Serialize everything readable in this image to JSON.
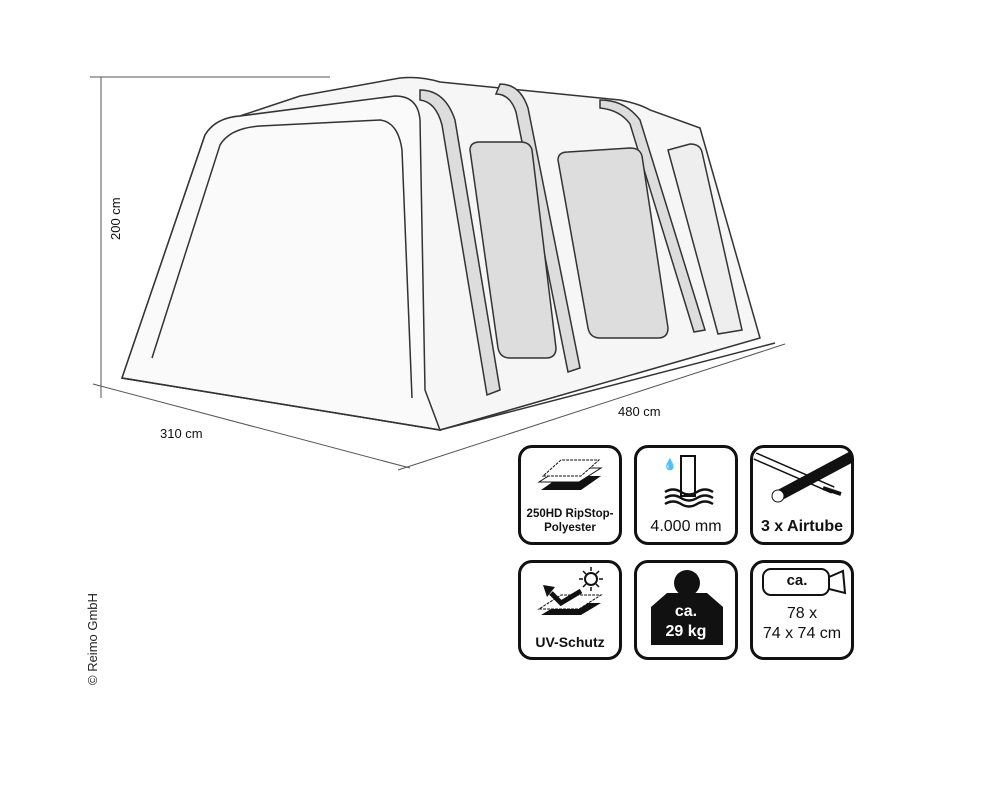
{
  "dimensions": {
    "height": "200 cm",
    "depth": "310 cm",
    "length": "480 cm"
  },
  "copyright": "© Reimo GmbH",
  "features": [
    {
      "icon": "fabric-layers-icon",
      "line1": "250HD RipStop-",
      "line2": "Polyester"
    },
    {
      "icon": "water-column-icon",
      "line1": "4.000 mm"
    },
    {
      "icon": "airtube-icon",
      "line1": "3 x Airtube"
    },
    {
      "icon": "uv-protection-icon",
      "line1": "UV-Schutz"
    },
    {
      "icon": "weight-icon",
      "line1": "ca.",
      "line2": "29 kg"
    },
    {
      "icon": "pack-size-icon",
      "line1": "ca.",
      "line2": "78 x",
      "line3": "74 x 74 cm"
    }
  ]
}
